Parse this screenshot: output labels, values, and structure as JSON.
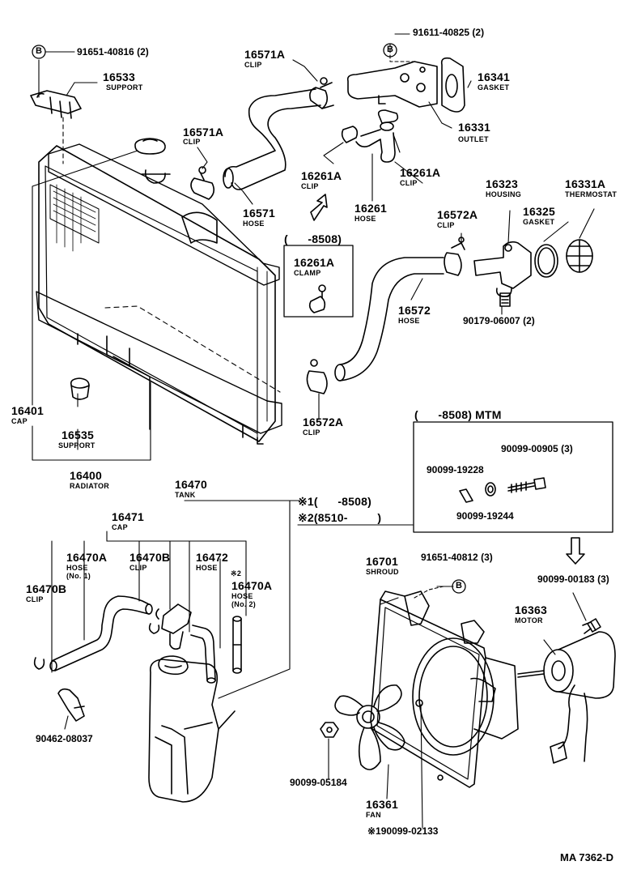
{
  "diagram": {
    "ref_code": "MA 7362-D",
    "parts": {
      "p91651_40816": "91651-40816 (2)",
      "p16533": "16533",
      "p16533_name": "SUPPORT",
      "p16571A_top": "16571A",
      "p16571A_top_name": "CLIP",
      "p91611": "91611-40825 (2)",
      "p16341": "16341",
      "p16341_name": "GASKET",
      "p16331": "16331",
      "p16331_name": "OUTLET",
      "p16571A_left": "16571A",
      "p16571A_left_name": "CLIP",
      "p16261A_a": "16261A",
      "p16261A_a_name": "CLIP",
      "p16261A_b": "16261A",
      "p16261A_b_name": "CLIP",
      "p16571": "16571",
      "p16571_name": "HOSE",
      "p16261": "16261",
      "p16261_name": "HOSE",
      "p16323": "16323",
      "p16323_name": "HOUSING",
      "p16331A": "16331A",
      "p16331A_name": "THERMOSTAT",
      "p16325": "16325",
      "p16325_name": "GASKET",
      "p16572A_top": "16572A",
      "p16572A_top_name": "CLIP",
      "box1_range": "(      -8508)",
      "box1_part": "16261A",
      "box1_name": "CLAMP",
      "p16572": "16572",
      "p16572_name": "HOSE",
      "p90179": "90179-06007 (2)",
      "p16401": "16401",
      "p16401_name": "CAP",
      "p16535": "16535",
      "p16535_name": "SUPPORT",
      "p16572A_bot": "16572A",
      "p16572A_bot_name": "CLIP",
      "p16400": "16400",
      "p16400_name": "RADIATOR",
      "mtm_range": "(      -8508) MTM",
      "p90099_00905": "90099-00905 (3)",
      "p90099_19228": "90099-19228",
      "p90099_19244": "90099-19244",
      "p16470": "16470",
      "p16470_name": "TANK",
      "note1": "※1(      -8508)",
      "note2": "※2(8510-         )",
      "p16471": "16471",
      "p16471_name": "CAP",
      "p16470A_1": "16470A",
      "p16470A_1_name": "HOSE",
      "p16470A_1_sub": "(No. 1)",
      "p16470B_top": "16470B",
      "p16470B_top_name": "CLIP",
      "p16472": "16472",
      "p16472_name": "HOSE",
      "p16470A_2_mark": "※2",
      "p16470A_2": "16470A",
      "p16470A_2_name": "HOSE",
      "p16470A_2_sub": "(No. 2)",
      "p16470B_left": "16470B",
      "p16470B_left_name": "CLIP",
      "p90462": "90462-08037",
      "p16701": "16701",
      "p16701_name": "SHROUD",
      "p91651_40812": "91651-40812 (3)",
      "p90099_00183": "90099-00183 (3)",
      "p16363": "16363",
      "p16363_name": "MOTOR",
      "p90099_05184": "90099-05184",
      "p16361": "16361",
      "p16361_name": "FAN",
      "p90099_02133": "※190099-02133",
      "bolt_mark_b": "B"
    }
  }
}
